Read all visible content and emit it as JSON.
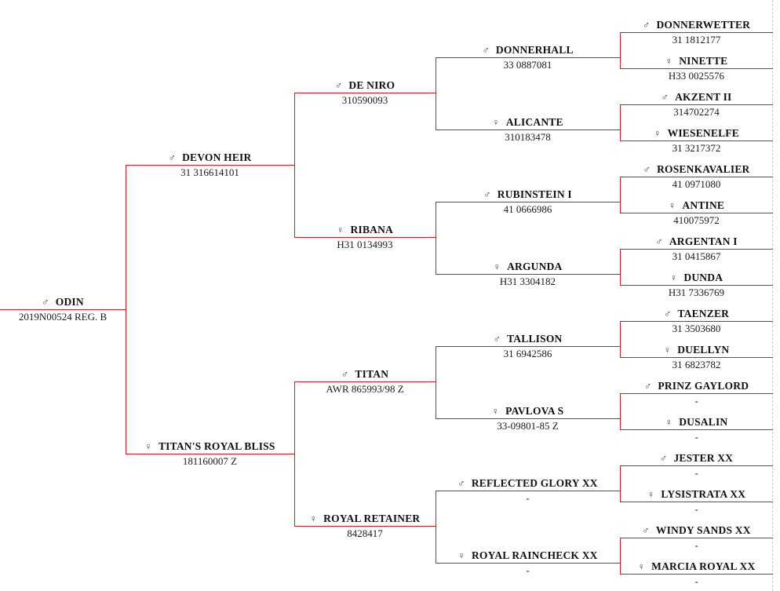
{
  "page": {
    "background": "#ffffff",
    "line_color": "#c22525",
    "edge_dash_color": "#c9c9c9",
    "male_symbol": "♂",
    "female_symbol": "♀"
  },
  "chart_data": {
    "type": "pedigree-tree",
    "title": "Pedigree of ODIN",
    "orientation": "left-to-right",
    "generations": [
      [
        {
          "name": "ODIN",
          "reg": "2019N00524 REG. B",
          "sex": "male"
        }
      ],
      [
        {
          "name": "DEVON HEIR",
          "reg": "31 316614101",
          "sex": "male"
        },
        {
          "name": "TITAN'S ROYAL BLISS",
          "reg": "181160007 Z",
          "sex": "female"
        }
      ],
      [
        {
          "name": "DE NIRO",
          "reg": "310590093",
          "sex": "male"
        },
        {
          "name": "RIBANA",
          "reg": "H31 0134993",
          "sex": "female"
        },
        {
          "name": "TITAN",
          "reg": "AWR 865993/98 Z",
          "sex": "male"
        },
        {
          "name": "ROYAL RETAINER",
          "reg": "8428417",
          "sex": "female"
        }
      ],
      [
        {
          "name": "DONNERHALL",
          "reg": "33 0887081",
          "sex": "male"
        },
        {
          "name": "ALICANTE",
          "reg": "310183478",
          "sex": "female"
        },
        {
          "name": "RUBINSTEIN I",
          "reg": "41 0666986",
          "sex": "male"
        },
        {
          "name": "ARGUNDA",
          "reg": "H31 3304182",
          "sex": "female"
        },
        {
          "name": "TALLISON",
          "reg": "31 6942586",
          "sex": "male"
        },
        {
          "name": "PAVLOVA S",
          "reg": "33-09801-85 Z",
          "sex": "female"
        },
        {
          "name": "REFLECTED GLORY XX",
          "reg": "-",
          "sex": "male"
        },
        {
          "name": "ROYAL RAINCHECK XX",
          "reg": "-",
          "sex": "female"
        }
      ],
      [
        {
          "name": "DONNERWETTER",
          "reg": "31 1812177",
          "sex": "male"
        },
        {
          "name": "NINETTE",
          "reg": "H33 0025576",
          "sex": "female"
        },
        {
          "name": "AKZENT II",
          "reg": "314702274",
          "sex": "male"
        },
        {
          "name": "WIESENELFE",
          "reg": "31 3217372",
          "sex": "female"
        },
        {
          "name": "ROSENKAVALIER",
          "reg": "41 0971080",
          "sex": "male"
        },
        {
          "name": "ANTINE",
          "reg": "410075972",
          "sex": "female"
        },
        {
          "name": "ARGENTAN I",
          "reg": "31 0415867",
          "sex": "male"
        },
        {
          "name": "DUNDA",
          "reg": "H31 7336769",
          "sex": "female"
        },
        {
          "name": "TAENZER",
          "reg": "31 3503680",
          "sex": "male"
        },
        {
          "name": "DUELLYN",
          "reg": "31 6823782",
          "sex": "female"
        },
        {
          "name": "PRINZ GAYLORD",
          "reg": "-",
          "sex": "male"
        },
        {
          "name": "DUSALIN",
          "reg": "-",
          "sex": "female"
        },
        {
          "name": "JESTER XX",
          "reg": "-",
          "sex": "male"
        },
        {
          "name": "LYSISTRATA XX",
          "reg": "-",
          "sex": "female"
        },
        {
          "name": "WINDY SANDS XX",
          "reg": "-",
          "sex": "male"
        },
        {
          "name": "MARCIA ROYAL XX",
          "reg": "-",
          "sex": "female"
        }
      ]
    ]
  }
}
